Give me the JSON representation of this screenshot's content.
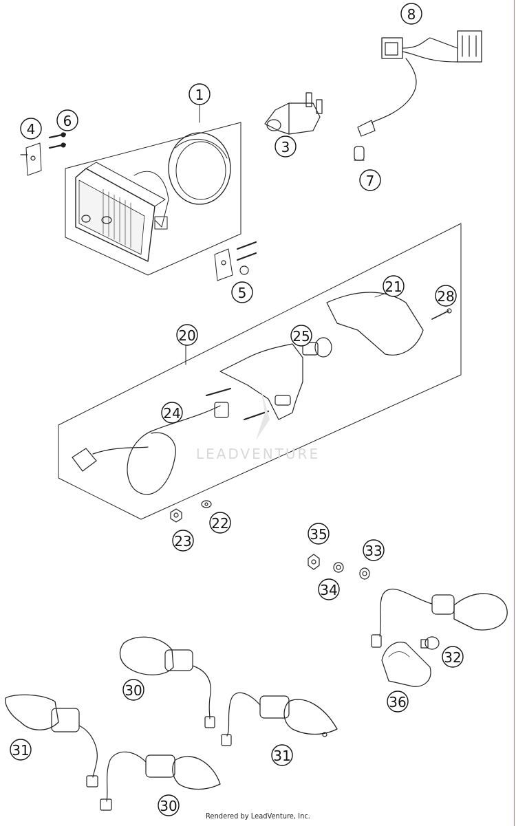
{
  "diagram": {
    "watermark_text": "LEADVENTURE",
    "footer_text": "Rendered by LeadVenture, Inc.",
    "callouts": [
      {
        "id": "c1",
        "label": "1"
      },
      {
        "id": "c3",
        "label": "3"
      },
      {
        "id": "c4",
        "label": "4"
      },
      {
        "id": "c5",
        "label": "5"
      },
      {
        "id": "c6",
        "label": "6"
      },
      {
        "id": "c7",
        "label": "7"
      },
      {
        "id": "c8",
        "label": "8"
      },
      {
        "id": "c20",
        "label": "20"
      },
      {
        "id": "c21",
        "label": "21"
      },
      {
        "id": "c22",
        "label": "22"
      },
      {
        "id": "c23",
        "label": "23"
      },
      {
        "id": "c24",
        "label": "24"
      },
      {
        "id": "c25",
        "label": "25"
      },
      {
        "id": "c28",
        "label": "28"
      },
      {
        "id": "c30a",
        "label": "30"
      },
      {
        "id": "c30b",
        "label": "30"
      },
      {
        "id": "c31a",
        "label": "31"
      },
      {
        "id": "c31b",
        "label": "31"
      },
      {
        "id": "c32",
        "label": "32"
      },
      {
        "id": "c33",
        "label": "33"
      },
      {
        "id": "c34",
        "label": "34"
      },
      {
        "id": "c35",
        "label": "35"
      },
      {
        "id": "c36",
        "label": "36"
      }
    ]
  }
}
